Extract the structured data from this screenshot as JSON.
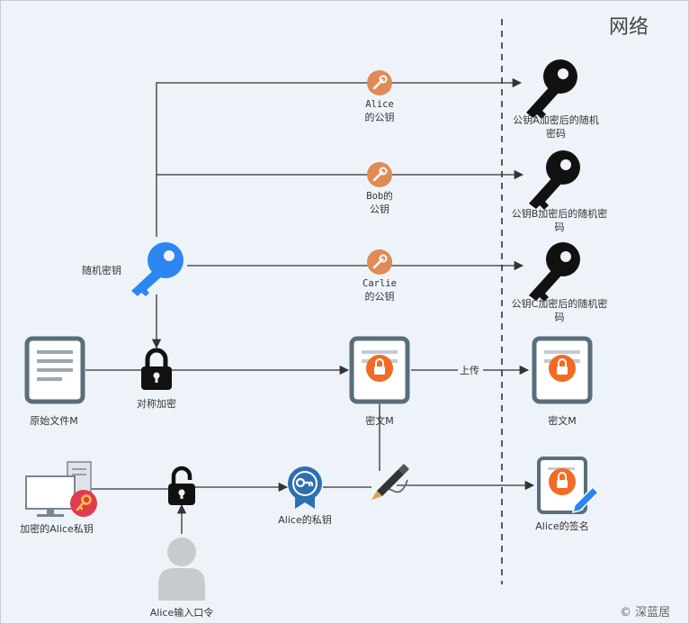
{
  "network_label": "网络",
  "random_key_label": "随机密钥",
  "symmetric_label": "对称加密",
  "original_file_label": "原始文件M",
  "cipher_mid_label": "密文M",
  "cipher_right_label": "密文M",
  "upload_label": "上传",
  "encrypted_private_key_label": "加密的Alice私钥",
  "alice_private_key_label": "Alice的私钥",
  "alice_signature_label": "Alice的签名",
  "alice_passphrase_label": "Alice输入口令",
  "watermark": "© 深蓝居",
  "pubkeys": [
    {
      "name_line1": "Alice",
      "name_line2": "的公钥",
      "result_line1": "公钥A加密后的随机",
      "result_line2": "密码"
    },
    {
      "name_line1": "Bob的",
      "name_line2": "公钥",
      "result_line1": "公钥B加密后的随机密",
      "result_line2": "码"
    },
    {
      "name_line1": "Carlie",
      "name_line2": "的公钥",
      "result_line1": "公钥C加密后的随机密",
      "result_line2": "码"
    }
  ],
  "colors": {
    "background": "#eef3fa",
    "arrow": "#333333",
    "blue_key": "#2b86f0",
    "orange_badge": "#e08a55",
    "doc_frame": "#5a6e7a",
    "lock_orange": "#f26b24",
    "red_badge": "#e03c50"
  }
}
